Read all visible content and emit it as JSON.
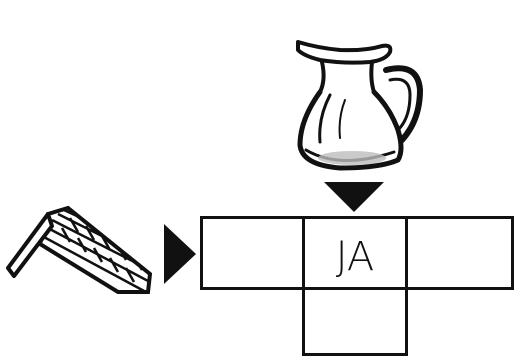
{
  "puzzle": {
    "filled_cell_text": "JA",
    "ink_color": "#111111",
    "background_color": "#ffffff"
  },
  "images": [
    {
      "name": "roof",
      "icon": "roof-icon"
    },
    {
      "name": "jug",
      "icon": "jug-icon"
    }
  ]
}
